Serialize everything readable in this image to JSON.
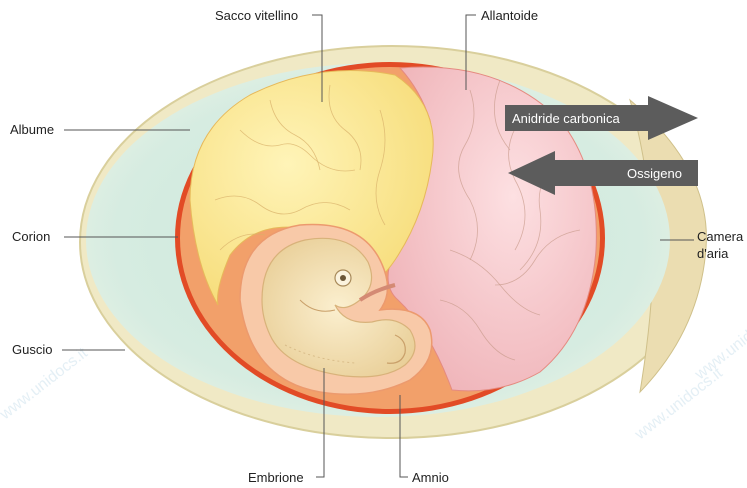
{
  "labels": {
    "sacco_vitellino": "Sacco vitellino",
    "allantoide": "Allantoide",
    "albume": "Albume",
    "corion": "Corion",
    "guscio": "Guscio",
    "camera_line1": "Camera",
    "camera_line2": "d'aria",
    "embrione": "Embrione",
    "amnio": "Amnio"
  },
  "arrows": {
    "out": "Anidride carbonica",
    "in": "Ossigeno"
  },
  "watermark": "www.unidocs.it",
  "colors": {
    "shell": "#efe9c6",
    "albumen": "#d7ece0",
    "chorion": "#e8542a",
    "amnion": "#f2a06a",
    "yolk": "#fbe99a",
    "allantois": "#f6c9cc",
    "embryo": "#f5e4b8",
    "arrow": "#5a5a5a"
  }
}
